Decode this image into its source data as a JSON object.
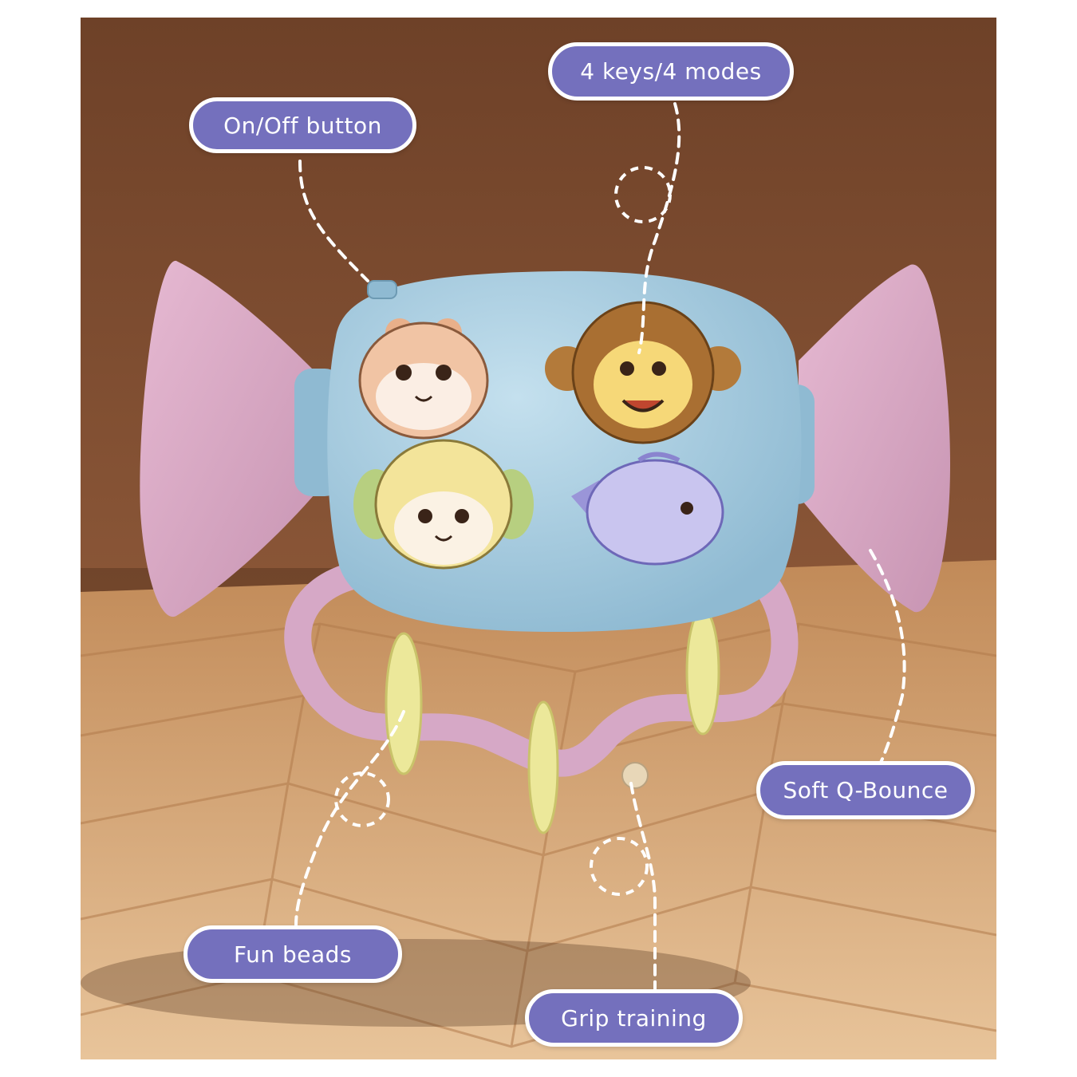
{
  "callouts": {
    "on_off": "On/Off button",
    "keys_modes": "4 keys/4 modes",
    "soft_bounce": "Soft Q-Bounce",
    "fun_beads": "Fun beads",
    "grip_training": "Grip training"
  },
  "colors": {
    "callout_fill": "#7470bd",
    "wall": "#7a4a2e",
    "floor": "#d9a775",
    "toy_body": "#a8cde0",
    "toy_pink": "#d7a6c2",
    "beads": "#ece89a"
  },
  "toy_keys": [
    {
      "animal": "hamster-icon"
    },
    {
      "animal": "monkey-icon"
    },
    {
      "animal": "puppy-icon"
    },
    {
      "animal": "fish-icon"
    }
  ]
}
